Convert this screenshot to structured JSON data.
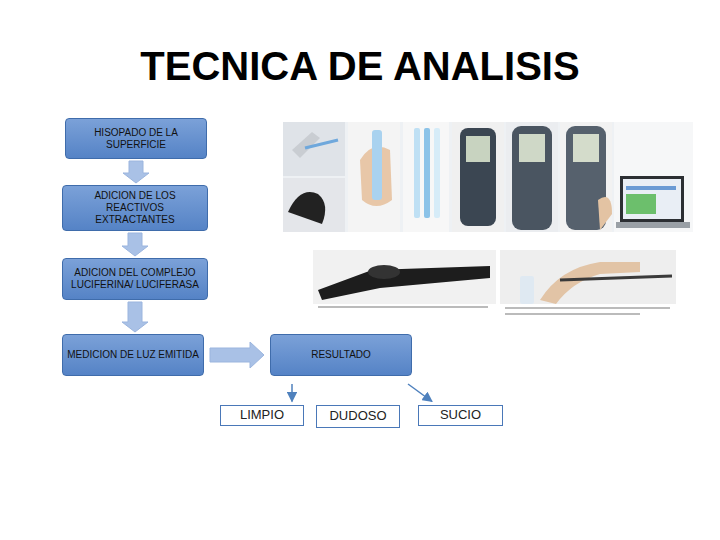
{
  "diagram": {
    "title": "TECNICA DE ANALISIS",
    "nodes": [
      {
        "text": [
          "HISOPADO DE LA SUPERFICIE"
        ]
      },
      {
        "text": [
          "ADICION DE LOS REACTIVOS EXTRACTANTES"
        ]
      },
      {
        "text": [
          "ADICION DEL COMPLEJO LUCIFERINA/ LUCIFERASA"
        ]
      },
      {
        "text": [
          "MEDICION DE LUZ EMITIDA"
        ]
      },
      {
        "text": [
          "RESULTADO"
        ]
      },
      {
        "text": [
          "LIMPIO"
        ]
      },
      {
        "text": [
          "DUDOSO"
        ]
      },
      {
        "text": [
          "SUCIO"
        ]
      }
    ],
    "edges": [
      {
        "from": 0,
        "to": 1,
        "arrow": "to"
      },
      {
        "from": 1,
        "to": 2,
        "arrow": "to"
      },
      {
        "from": 2,
        "to": 3,
        "arrow": "to"
      },
      {
        "from": 3,
        "to": 4,
        "arrow": "to"
      },
      {
        "from": 4,
        "to": 5,
        "arrow": "to"
      },
      {
        "from": 4,
        "to": 7,
        "arrow": "to"
      }
    ]
  }
}
